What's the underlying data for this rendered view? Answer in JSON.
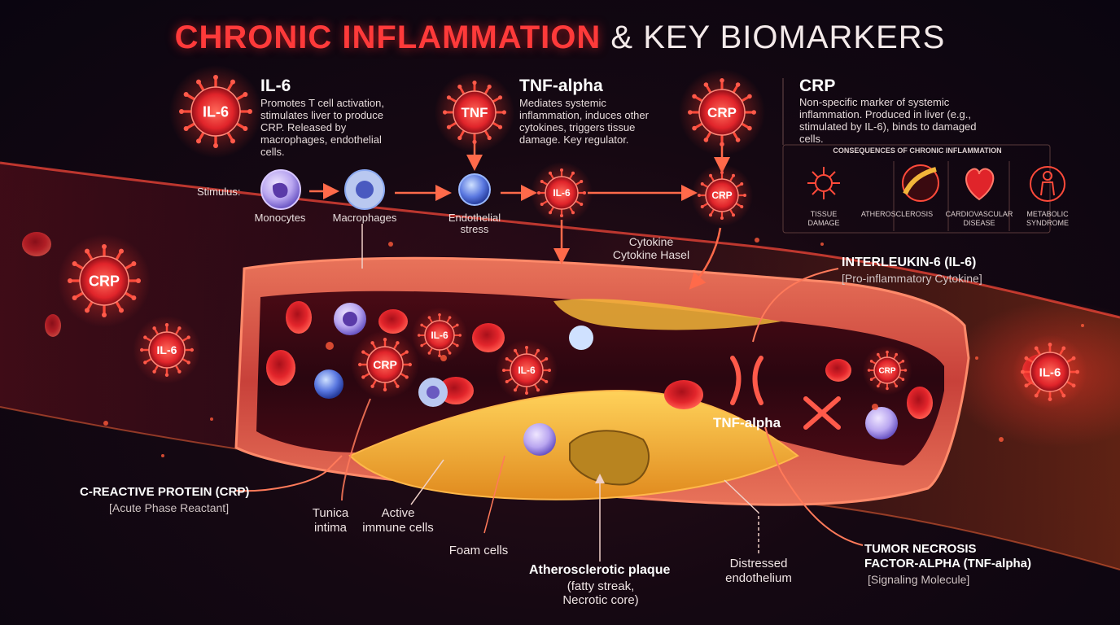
{
  "title": {
    "part1": "CHRONIC INFLAMMATION",
    "part2": "& KEY BIOMARKERS"
  },
  "biomarkers": [
    {
      "name": "IL-6",
      "icon_label": "IL-6",
      "description": "Promotes T cell activation, stimulates liver to produce CRP. Released by macrophages, endothelial cells."
    },
    {
      "name": "TNF-alpha",
      "icon_label": "TNF",
      "description": "Mediates systemic inflammation, induces other cytokines, triggers tissue damage. Key regulator."
    },
    {
      "name": "CRP",
      "icon_label": "CRP",
      "description": "Non-specific marker of systemic inflammation. Produced in liver (e.g., stimulated by IL-6), binds to damaged cells."
    }
  ],
  "flow": {
    "stimulus_label": "Stimulus:",
    "monocytes": "Monocytes",
    "macrophages": "Macrophages",
    "endothelial_line1": "Endothelial",
    "endothelial_line2": "stress",
    "il6_cell": "IL-6",
    "crp_cell": "CRP"
  },
  "consequences": {
    "heading": "CONSEQUENCES OF CHRONIC INFLAMMATION",
    "items": [
      {
        "line1": "TISSUE",
        "line2": "DAMAGE",
        "icon": "tissue-damage-icon"
      },
      {
        "line1": "ATHEROSCLEROSIS",
        "line2": "",
        "icon": "artery-icon"
      },
      {
        "line1": "CARDIOVASCULAR",
        "line2": "DISEASE",
        "icon": "heart-icon"
      },
      {
        "line1": "METABOLIC",
        "line2": "SYNDROME",
        "icon": "person-icon"
      }
    ]
  },
  "vessel_labels": {
    "cytokine_line1": "Cytokine",
    "cytokine_line2": "Cytokine Hasel",
    "il6_title": "INTERLEUKIN-6 (IL-6)",
    "il6_sub": "[Pro-inflammatory Cytokine]",
    "crp_title": "C-REACTIVE PROTEIN (CRP)",
    "crp_sub": "[Acute Phase Reactant]",
    "tnf_inside": "TNF-alpha",
    "tnf_title_line1": "TUMOR NECROSIS",
    "tnf_title_line2": "FACTOR-ALPHA (TNF-alpha)",
    "tnf_sub": "[Signaling Molecule]",
    "tunica_line1": "Tunica",
    "tunica_line2": "intima",
    "active_line1": "Active",
    "active_line2": "immune cells",
    "foam": "Foam cells",
    "plaque_title": "Atherosclerotic plaque",
    "plaque_line2": "(fatty streak,",
    "plaque_line3": "Necrotic core)",
    "distressed_line1": "Distressed",
    "distressed_line2": "endothelium"
  },
  "scene_markers": {
    "crp": "CRP",
    "il6": "IL-6"
  },
  "colors": {
    "accent": "#ff3a3a",
    "vessel_wall": "#d9563f",
    "plaque": "#f2b53a",
    "background": "#150812"
  }
}
